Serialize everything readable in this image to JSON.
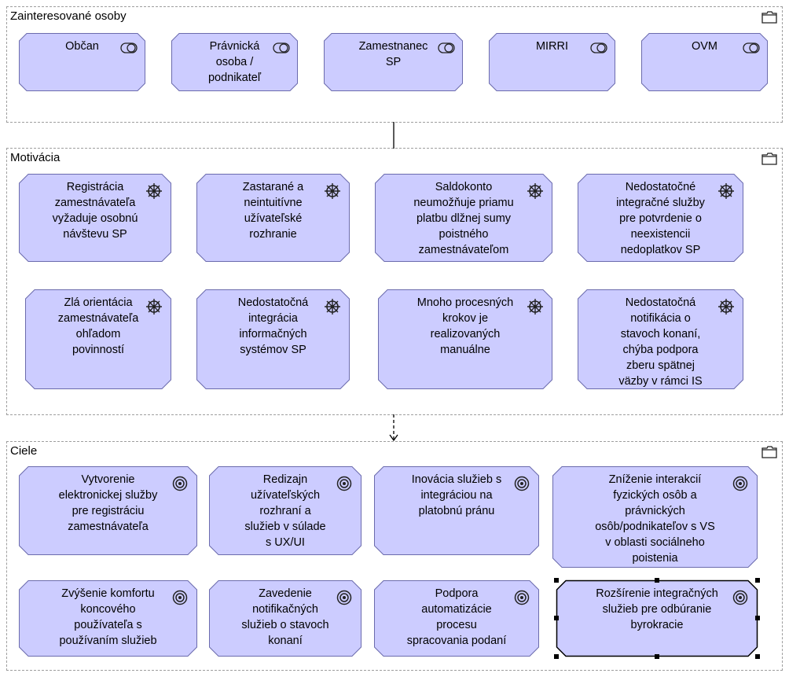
{
  "diagram": {
    "groups": {
      "stakeholders": {
        "title": "Zainteresované osoby",
        "icon": "folder-icon"
      },
      "motivation": {
        "title": "Motivácia",
        "icon": "folder-icon"
      },
      "goals": {
        "title": "Ciele",
        "icon": "folder-icon"
      }
    },
    "stakeholders": [
      {
        "label": "Občan",
        "icon": "stakeholder-icon"
      },
      {
        "label": "Právnická\nosoba /\npodnikateľ",
        "icon": "stakeholder-icon"
      },
      {
        "label": "Zamestnanec\nSP",
        "icon": "stakeholder-icon"
      },
      {
        "label": "MIRRI",
        "icon": "stakeholder-icon"
      },
      {
        "label": "OVM",
        "icon": "stakeholder-icon"
      }
    ],
    "drivers": [
      {
        "label": "Registrácia\nzamestnávateľa\nvyžaduje osobnú\nnávštevu SP",
        "icon": "driver-icon"
      },
      {
        "label": "Zastarané a\nneintuitívne\nužívateľské\nrozhranie",
        "icon": "driver-icon"
      },
      {
        "label": "Saldokonto\nneumožňuje priamu\nplatbu dlžnej sumy\npoistného\nzamestnávateľom",
        "icon": "driver-icon"
      },
      {
        "label": "Nedostatočné\nintegračné služby\npre potvrdenie o\nneexistencii\nnedoplatkov SP",
        "icon": "driver-icon"
      },
      {
        "label": "Zlá orientácia\nzamestnávateľa\nohľadom\npovinností",
        "icon": "driver-icon"
      },
      {
        "label": "Nedostatočná\nintegrácia\ninformačných\nsystémov SP",
        "icon": "driver-icon"
      },
      {
        "label": "Mnoho procesných\nkrokov je\nrealizovaných\nmanuálne",
        "icon": "driver-icon"
      },
      {
        "label": "Nedostatočná\nnotifikácia o\nstavoch konaní,\nchýba podpora\nzberu spätnej\nväzby v rámci IS",
        "icon": "driver-icon"
      }
    ],
    "goals": [
      {
        "label": "Vytvorenie\nelektronickej služby\npre registráciu\nzamestnávateľa",
        "icon": "goal-icon"
      },
      {
        "label": "Redizajn\nužívateľských\nrozhraní a\nslužieb v súlade\ns UX/UI",
        "icon": "goal-icon"
      },
      {
        "label": "Inovácia služieb s\nintegráciou na\nplatobnú pránu",
        "icon": "goal-icon"
      },
      {
        "label": "Zníženie interakcií\nfyzických osôb a\nprávnických\nosôb/podnikateľov s VS\nv oblasti sociálneho\npoistenia",
        "icon": "goal-icon"
      },
      {
        "label": "Zvýšenie komfortu\nkoncového\npoužívateľa s\npoužívaním služieb",
        "icon": "goal-icon"
      },
      {
        "label": "Zavedenie\nnotifikačných\nslužieb o stavoch\nkonaní",
        "icon": "goal-icon"
      },
      {
        "label": "Podpora\nautomatizácie\nprocesu\nspracovania podaní",
        "icon": "goal-icon"
      },
      {
        "label": "Rozšírenie integračných\nslužieb pre odbúranie\nbyrokracie",
        "icon": "goal-icon",
        "selected": true
      }
    ],
    "colors": {
      "node_fill": "#ccccff",
      "node_stroke": "#6b6bad",
      "group_border": "#9e9e9e"
    }
  }
}
